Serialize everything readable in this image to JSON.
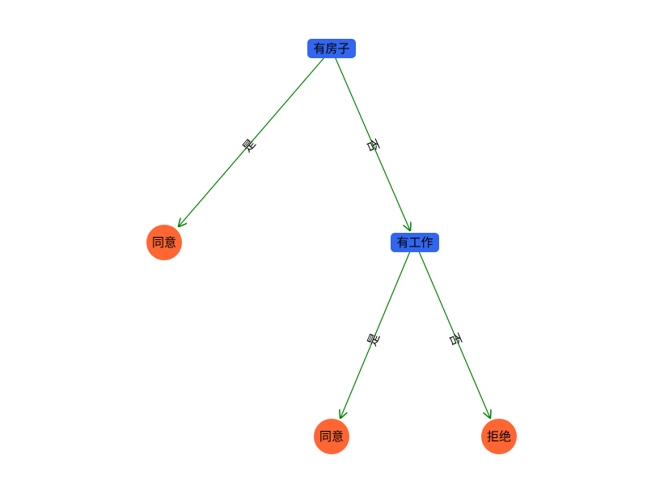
{
  "colors": {
    "decision_node": "#3366ee",
    "leaf_node": "#ff6633",
    "edge": "#008000",
    "text": "#000000"
  },
  "nodes": {
    "root": {
      "label": "有房子",
      "type": "decision"
    },
    "leaf_left": {
      "label": "同意",
      "type": "leaf"
    },
    "job": {
      "label": "有工作",
      "type": "decision"
    },
    "leaf_job_yes": {
      "label": "同意",
      "type": "leaf"
    },
    "leaf_job_no": {
      "label": "拒绝",
      "type": "leaf"
    }
  },
  "edges": {
    "root_to_leaf_left": {
      "label": "是"
    },
    "root_to_job": {
      "label": "否"
    },
    "job_to_yes": {
      "label": "是"
    },
    "job_to_no": {
      "label": "否"
    }
  }
}
